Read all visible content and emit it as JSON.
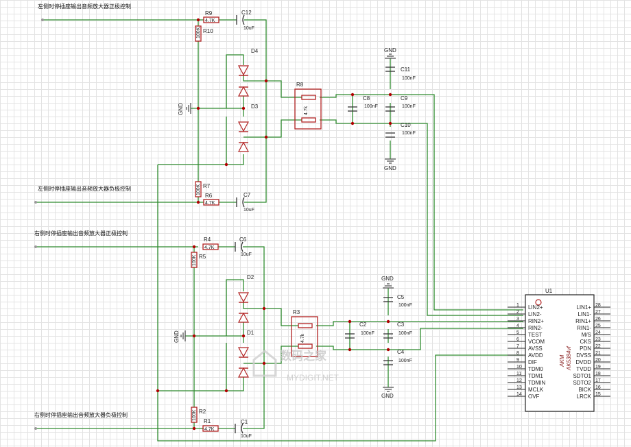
{
  "inputs": {
    "left_pos": "左侧时停插座输出音频放大器正极控制",
    "left_neg": "左侧时停插座输出音频放大器负极控制",
    "right_pos": "右侧时停插座输出音频放大器正极控制",
    "right_neg": "右侧时停插座输出音频放大器负极控制"
  },
  "gnd": "GND",
  "top": {
    "R9": {
      "ref": "R9",
      "value": "4.7K"
    },
    "R10": {
      "ref": "R10",
      "value": "100K"
    },
    "R7": {
      "ref": "R7",
      "value": "100K"
    },
    "R6": {
      "ref": "R6",
      "value": "4.7K"
    },
    "C12": {
      "ref": "C12",
      "value": "10uF"
    },
    "C7": {
      "ref": "C7",
      "value": "10uF"
    },
    "D4": "D4",
    "D3": "D3",
    "R8": {
      "ref": "R8",
      "value": "4.7k"
    },
    "C8": {
      "ref": "C8",
      "value": "100nF"
    },
    "C9": {
      "ref": "C9",
      "value": "100nF"
    },
    "C10": {
      "ref": "C10",
      "value": "100nF"
    },
    "C11": {
      "ref": "C11",
      "value": "100nF"
    }
  },
  "bottom": {
    "R4": {
      "ref": "R4",
      "value": "4.7K"
    },
    "R5": {
      "ref": "R5",
      "value": "100K"
    },
    "R2": {
      "ref": "R2",
      "value": "100K"
    },
    "R1": {
      "ref": "R1",
      "value": "4.7K"
    },
    "C6": {
      "ref": "C6",
      "value": "10uF"
    },
    "C1": {
      "ref": "C1",
      "value": "10uF"
    },
    "D2": "D2",
    "D1": "D1",
    "R3": {
      "ref": "R3",
      "value": "4.7k"
    },
    "C2": {
      "ref": "C2",
      "value": "100nF"
    },
    "C3": {
      "ref": "C3",
      "value": "100nF"
    },
    "C4": {
      "ref": "C4",
      "value": "100nF"
    },
    "C5": {
      "ref": "C5",
      "value": "100nF"
    }
  },
  "ic": {
    "ref": "U1",
    "part": "AK5384vf",
    "brand": "AKM",
    "left_pins": [
      {
        "num": "1",
        "name": "LIN2+"
      },
      {
        "num": "2",
        "name": "LIN2-"
      },
      {
        "num": "3",
        "name": "RIN2+"
      },
      {
        "num": "4",
        "name": "RIN2-"
      },
      {
        "num": "5",
        "name": "TEST"
      },
      {
        "num": "6",
        "name": "VCOM"
      },
      {
        "num": "7",
        "name": "AVSS"
      },
      {
        "num": "8",
        "name": "AVDD"
      },
      {
        "num": "9",
        "name": "DIF"
      },
      {
        "num": "10",
        "name": "TDM0"
      },
      {
        "num": "11",
        "name": "TDM1"
      },
      {
        "num": "12",
        "name": "TDMIN"
      },
      {
        "num": "13",
        "name": "MCLK"
      },
      {
        "num": "14",
        "name": "OVF"
      }
    ],
    "right_pins": [
      {
        "num": "28",
        "name": "LIN1+"
      },
      {
        "num": "27",
        "name": "LIN1-"
      },
      {
        "num": "26",
        "name": "RIN1+"
      },
      {
        "num": "25",
        "name": "RIN1-"
      },
      {
        "num": "24",
        "name": "M/S"
      },
      {
        "num": "23",
        "name": "CKS"
      },
      {
        "num": "22",
        "name": "PDN"
      },
      {
        "num": "21",
        "name": "DVSS"
      },
      {
        "num": "20",
        "name": "DVDD"
      },
      {
        "num": "19",
        "name": "TVDD"
      },
      {
        "num": "18",
        "name": "SDTO1"
      },
      {
        "num": "17",
        "name": "SDTO2"
      },
      {
        "num": "16",
        "name": "BICK"
      },
      {
        "num": "15",
        "name": "LRCK"
      }
    ]
  },
  "watermark": {
    "cn": "数码之家",
    "en": "MYDIGIT.NET"
  }
}
